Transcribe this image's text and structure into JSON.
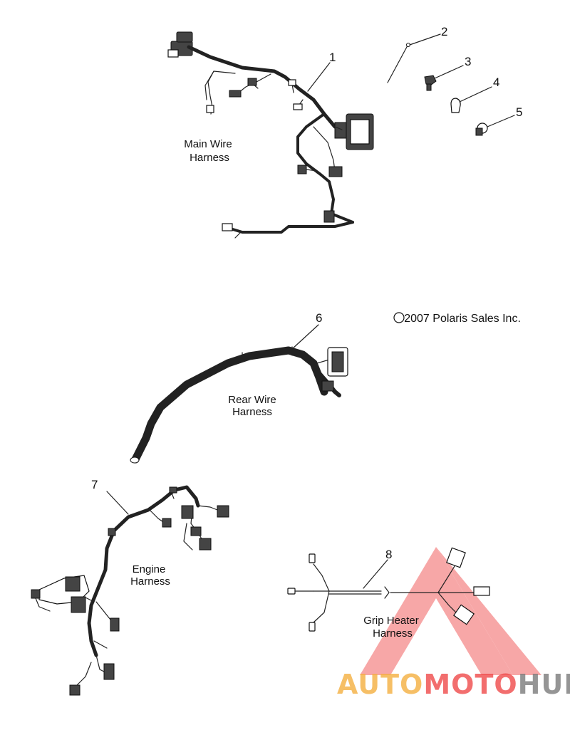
{
  "callouts": {
    "n1": "1",
    "n2": "2",
    "n3": "3",
    "n4": "4",
    "n5": "5",
    "n6": "6",
    "n7": "7",
    "n8": "8"
  },
  "captions": {
    "main_line1": "Main Wire",
    "main_line2": "Harness",
    "rear_line1": "Rear Wire",
    "rear_line2": "Harness",
    "engine_line1": "Engine",
    "engine_line2": "Harness",
    "grip_line1": "Grip Heater",
    "grip_line2": "Harness"
  },
  "copyright": "© 2007 Polaris Sales Inc.",
  "watermark": {
    "part1": "AUTO",
    "part2": "MOTO",
    "part3": "HUB",
    "color_orange": "#f5b041",
    "color_red": "#f04a4a",
    "color_gray": "#7b7b7b"
  }
}
